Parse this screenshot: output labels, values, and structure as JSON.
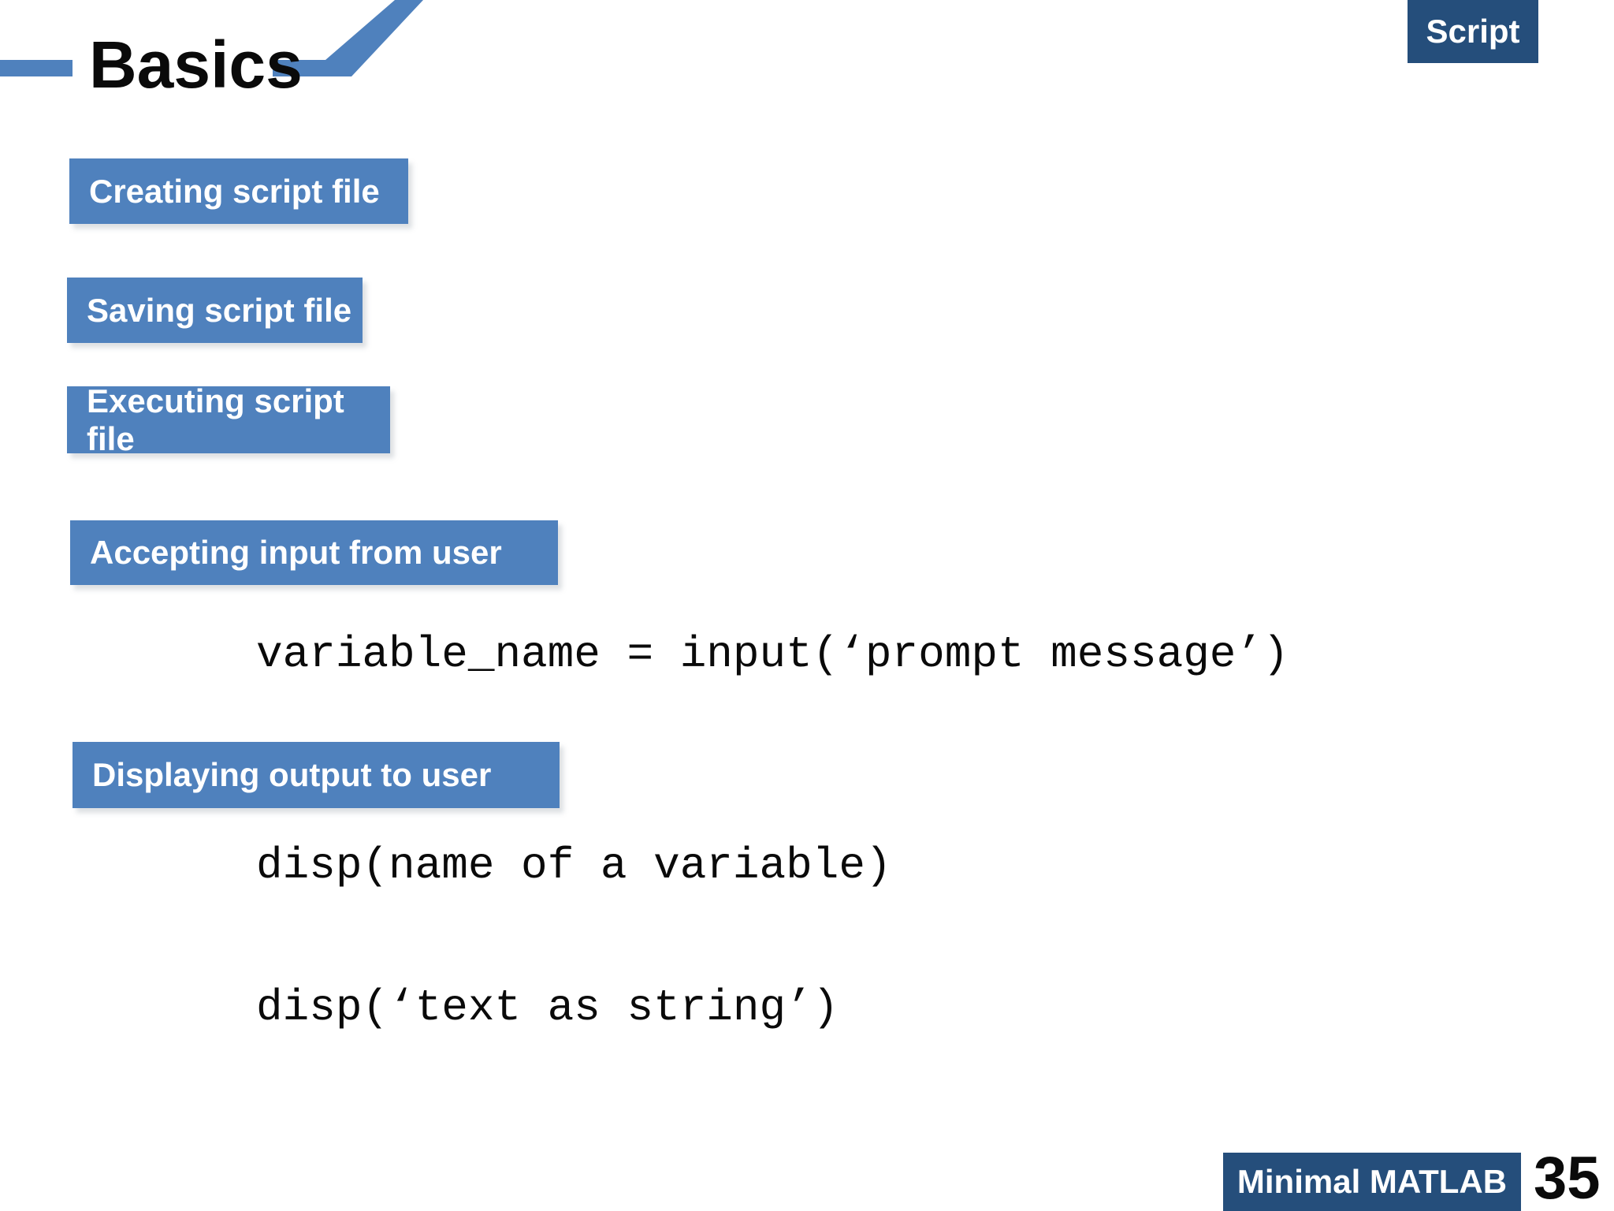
{
  "slide": {
    "title": "Basics",
    "corner_tag": "Script",
    "topic_boxes": [
      "Creating script file",
      "Saving script file",
      "Executing script file",
      "Accepting input from user",
      "Displaying output to user"
    ],
    "code": {
      "input_example": "variable_name = input(‘prompt message’)",
      "disp_variable_example": "disp(name of a variable)",
      "disp_string_example": "disp(‘text as string’)"
    },
    "footer": {
      "series_label": "Minimal MATLAB",
      "page_number": "35"
    }
  },
  "colors": {
    "accent_blue": "#4f81bd",
    "dark_navy": "#254e7b",
    "text_black": "#0a0a0a",
    "box_text_white": "#ffffff"
  }
}
